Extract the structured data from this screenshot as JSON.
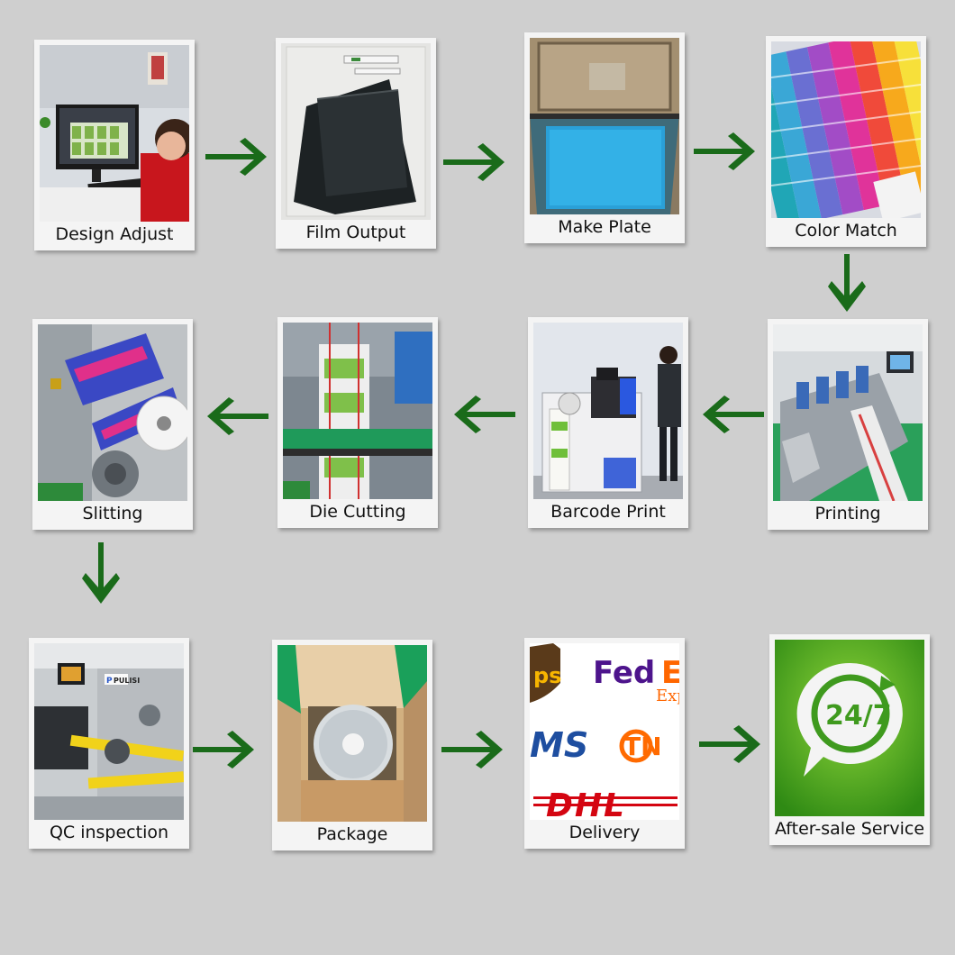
{
  "steps": [
    {
      "id": "design-adjust",
      "label": "Design Adjust"
    },
    {
      "id": "film-output",
      "label": "Film Output"
    },
    {
      "id": "make-plate",
      "label": "Make Plate"
    },
    {
      "id": "color-match",
      "label": "Color Match"
    },
    {
      "id": "printing",
      "label": "Printing"
    },
    {
      "id": "barcode-print",
      "label": "Barcode Print"
    },
    {
      "id": "die-cutting",
      "label": "Die Cutting"
    },
    {
      "id": "slitting",
      "label": "Slitting"
    },
    {
      "id": "qc-inspection",
      "label": "QC inspection"
    },
    {
      "id": "package",
      "label": "Package"
    },
    {
      "id": "delivery",
      "label": "Delivery"
    },
    {
      "id": "after-sale-service",
      "label": "After-sale Service"
    }
  ],
  "logos": {
    "ups": "ps",
    "fedex_fed": "Fed",
    "fedex_ex": "E",
    "fedex_sub": "Exp",
    "ems": "MS",
    "tnt": "TN",
    "dhl": "DHL",
    "service": "24/7",
    "machine_brand": "PULISI",
    "machine_brand_mark": "P"
  },
  "colors": {
    "arrow": "#1a6b1a",
    "background": "#cfcfcf",
    "fedex_purple": "#4d148c",
    "fedex_orange": "#ff6600",
    "ups_brown": "#5a3a1a",
    "ups_gold": "#f7b500",
    "dhl_red": "#d40511",
    "ems_blue": "#1e4ea0",
    "service_green": "#3f9a1e"
  }
}
